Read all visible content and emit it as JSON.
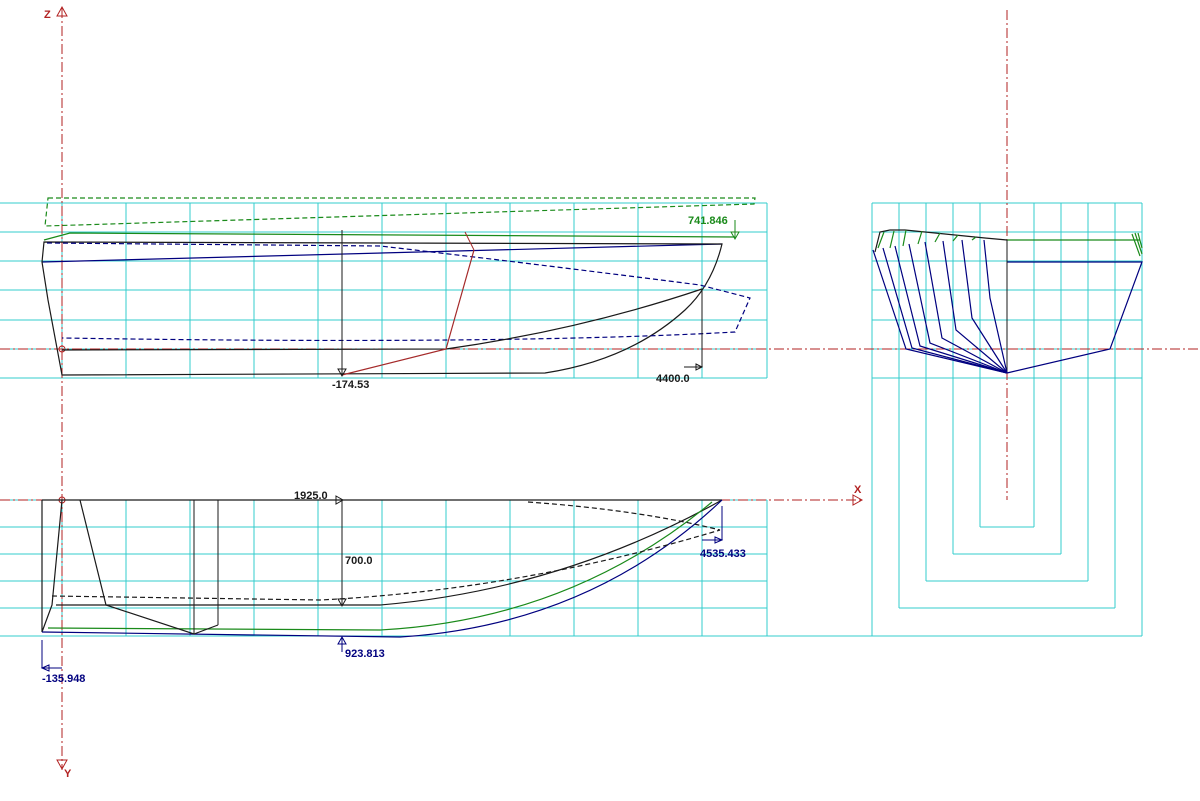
{
  "colors": {
    "grid": "#33cccc",
    "axis": "#b22222",
    "hull_black": "#1a1a1a",
    "hull_blue": "#00007f",
    "hull_green": "#1a8a1a",
    "station_red": "#a52a2a"
  },
  "axes": {
    "z_label": "Z",
    "y_label": "Y",
    "x_label": "X"
  },
  "dimensions": {
    "profile_height_label": "741.846",
    "profile_origin_label": "-174.53",
    "profile_length_label": "4400.0",
    "plan_station_label": "1925.0",
    "plan_halfbreadth_label": "700.0",
    "plan_length_label": "4535.433",
    "plan_chine_label": "923.813",
    "plan_stern_label": "-135.948"
  }
}
